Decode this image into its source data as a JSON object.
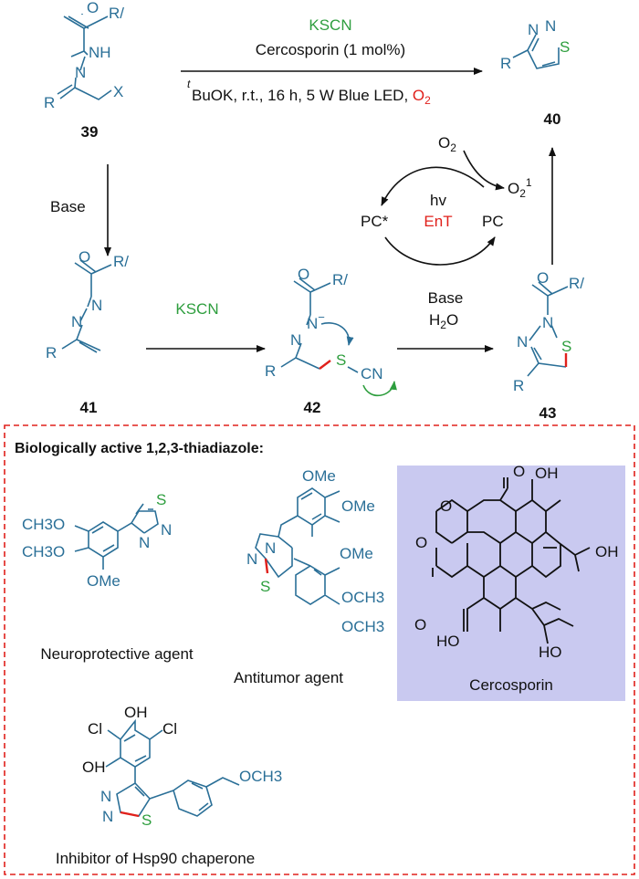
{
  "colors": {
    "structure": "#2a6f97",
    "green": "#2e9e3e",
    "red": "#e0201b",
    "highlight": "#c9c9f0",
    "dashed_border": "#e0201b"
  },
  "scheme": {
    "conditions": {
      "reagent_top": "KSCN",
      "catalyst": "Cercosporin (1 mol%)",
      "superscript_t": "t",
      "line2_prefix": "BuOK, r.t., 16 h, 5 W Blue LED, ",
      "line2_o2": "O",
      "line2_o2_sub": "2"
    },
    "compounds": {
      "c39": "39",
      "c40": "40",
      "c41": "41",
      "c42": "42",
      "c43": "43"
    },
    "labels": {
      "base": "Base",
      "kscn": "KSCN",
      "base2": "Base",
      "h2o_h": "H",
      "h2o_sub": "2",
      "h2o_o": "O"
    },
    "cycle": {
      "o2_in": "O",
      "o2_in_sub": "2",
      "o2_out": "O",
      "o2_out_sub": "2",
      "o2_out_sup": "1",
      "hv": "hv",
      "ent": "EnT",
      "pc_star": "PC*",
      "pc": "PC"
    },
    "atoms": {
      "O": "O",
      "N": "N",
      "NH": "NH",
      "S": "S",
      "R": "R",
      "Rp": "R/",
      "X": "X",
      "Nminus": "N",
      "minus": "−",
      "CN": "CN"
    }
  },
  "box": {
    "title": "Biologically active 1,2,3-thiadiazole:",
    "neuro": {
      "ch3o1": "CH3O",
      "ch3o2": "CH3O",
      "ome": "OMe",
      "caption": "Neuroprotective agent"
    },
    "antitumor": {
      "ome1": "OMe",
      "ome2": "OMe",
      "ome3": "OMe",
      "och3a": "OCH3",
      "och3b": "OCH3",
      "caption": "Antitumor agent"
    },
    "cercosporin": {
      "oh1": "OH",
      "oh2": "OH",
      "ho1": "HO",
      "ho2": "HO",
      "caption": "Cercosporin"
    },
    "hsp90": {
      "oh": "OH",
      "cl1": "Cl",
      "cl2": "Cl",
      "oh2": "OH",
      "och3": "OCH3",
      "caption": "Inhibitor of Hsp90 chaperone"
    }
  }
}
